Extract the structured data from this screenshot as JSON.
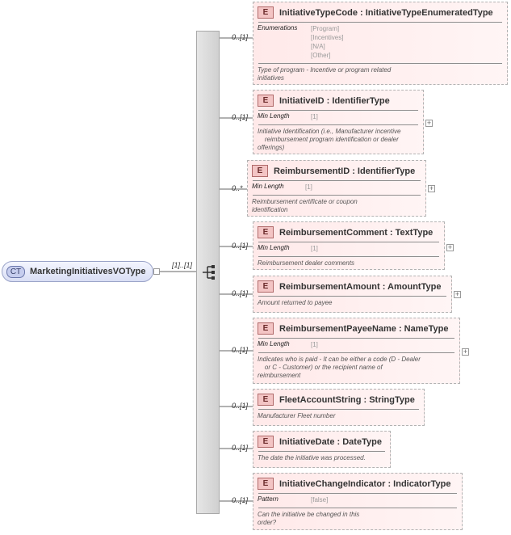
{
  "complex_type": {
    "badge": "CT",
    "name": "MarketingInitiativesVOType"
  },
  "sequence_cardinality": "[1]..[1]",
  "elements": [
    {
      "cardinality": "0..[1]",
      "badge": "E",
      "title": "InitiativeTypeCode : InitiativeTypeEnumeratedType",
      "facet_name": "Enumerations",
      "facet_values": [
        "[Program]",
        "[Incentives]",
        "[N/A]",
        "[Other]"
      ],
      "doc": [
        "Type of program - Incentive or program related",
        "initiatives"
      ],
      "expandable": false
    },
    {
      "cardinality": "0..[1]",
      "badge": "E",
      "title": "InitiativeID : IdentifierType",
      "facet_name": "Min Length",
      "facet_values": [
        "[1]"
      ],
      "doc": [
        "Initiative Identification (i.e., Manufacturer incentive",
        "    reimbursement program identification or dealer",
        "offerings)"
      ],
      "expandable": true
    },
    {
      "cardinality": "0..*",
      "badge": "E",
      "title": "ReimbursementID : IdentifierType",
      "facet_name": "Min Length",
      "facet_values": [
        "[1]"
      ],
      "doc": [
        "Reimbursement certificate or coupon",
        "identification"
      ],
      "expandable": true
    },
    {
      "cardinality": "0..[1]",
      "badge": "E",
      "title": "ReimbursementComment : TextType",
      "facet_name": "Min Length",
      "facet_values": [
        "[1]"
      ],
      "doc": [
        "Reimbursement dealer comments"
      ],
      "expandable": true
    },
    {
      "cardinality": "0..[1]",
      "badge": "E",
      "title": "ReimbursementAmount : AmountType",
      "facet_name": "",
      "facet_values": [],
      "doc": [
        "Amount returned to payee"
      ],
      "expandable": true
    },
    {
      "cardinality": "0..[1]",
      "badge": "E",
      "title": "ReimbursementPayeeName : NameType",
      "facet_name": "Min Length",
      "facet_values": [
        "[1]"
      ],
      "doc": [
        "Indicates who is paid - It can be either a code (D - Dealer",
        "    or C - Customer) or the recipient name of",
        "reimbursement"
      ],
      "expandable": true
    },
    {
      "cardinality": "0..[1]",
      "badge": "E",
      "title": "FleetAccountString : StringType",
      "facet_name": "",
      "facet_values": [],
      "doc": [
        "Manufacturer Fleet number"
      ],
      "expandable": false
    },
    {
      "cardinality": "0..[1]",
      "badge": "E",
      "title": "InitiativeDate : DateType",
      "facet_name": "",
      "facet_values": [],
      "doc": [
        "The date the initiative was processed."
      ],
      "expandable": false
    },
    {
      "cardinality": "0..[1]",
      "badge": "E",
      "title": "InitiativeChangeIndicator : IndicatorType",
      "facet_name": "Pattern",
      "facet_values": [
        "[false]"
      ],
      "doc": [
        "Can the initiative be changed in this",
        "order?"
      ],
      "expandable": false
    }
  ]
}
